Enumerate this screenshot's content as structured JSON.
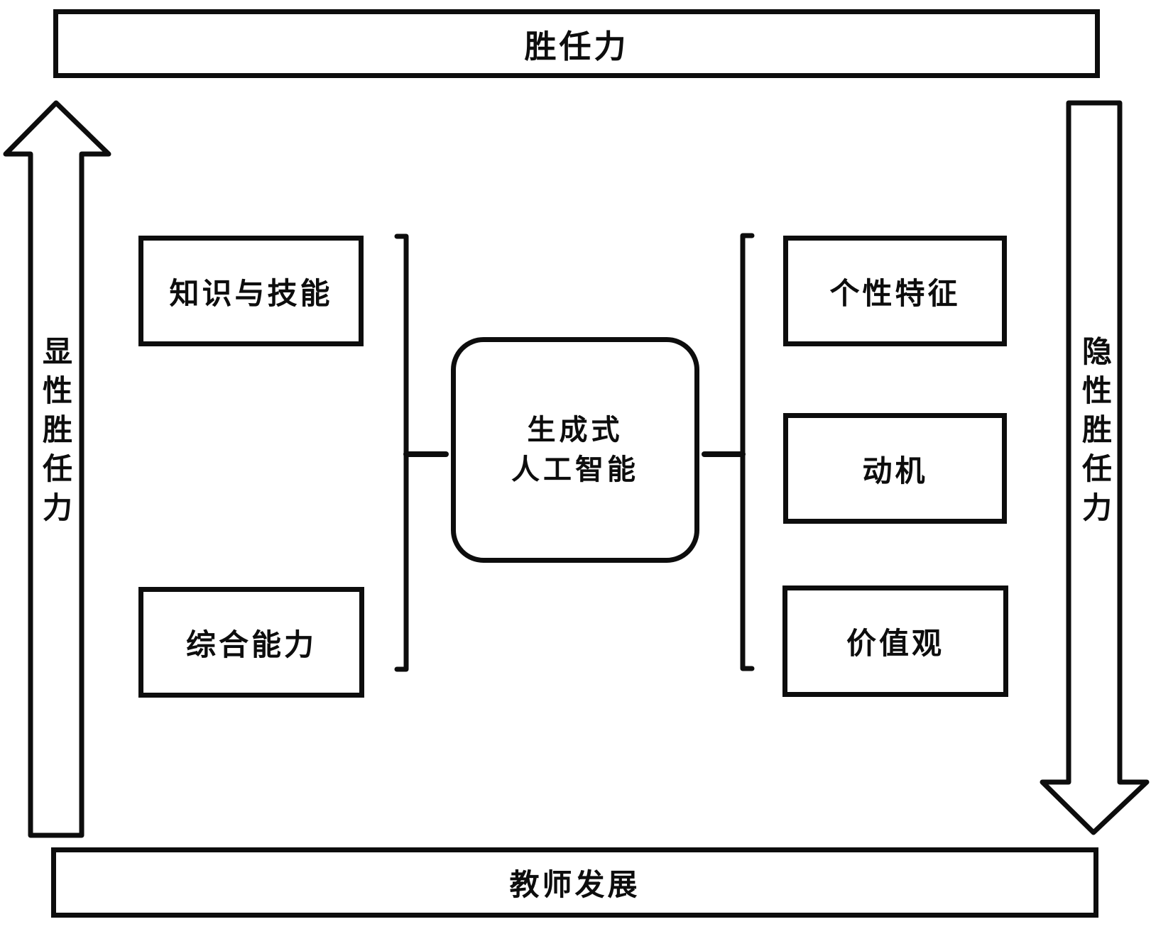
{
  "diagram": {
    "background": "#ffffff",
    "stroke_color": "#0d0d0d",
    "top_bar": {
      "label": "胜任力"
    },
    "bottom_bar": {
      "label": "教师发展"
    },
    "left_arrow": {
      "label": "显性胜任力",
      "direction": "up"
    },
    "right_arrow": {
      "label": "隐性胜任力",
      "direction": "down"
    },
    "center_node": {
      "line1": "生成式",
      "line2": "人工智能"
    },
    "left_group": {
      "items": [
        {
          "label": "知识与技能"
        },
        {
          "label": "综合能力"
        }
      ]
    },
    "right_group": {
      "items": [
        {
          "label": "个性特征"
        },
        {
          "label": "动机"
        },
        {
          "label": "价值观"
        }
      ]
    }
  }
}
